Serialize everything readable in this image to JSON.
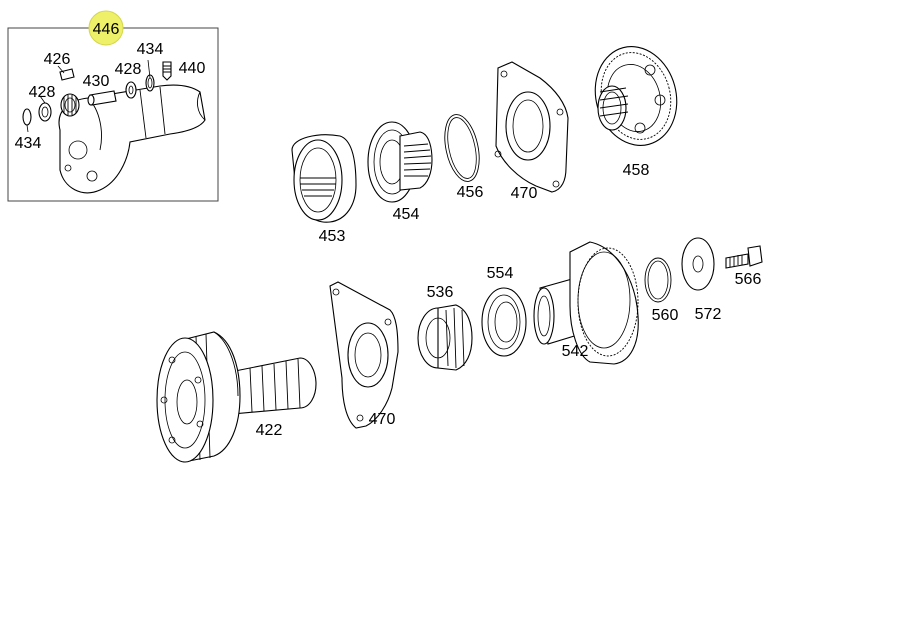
{
  "highlight": {
    "text": "446",
    "color": "#eef06a"
  },
  "inset_labels": [
    {
      "id": "426",
      "text": "426"
    },
    {
      "id": "434a",
      "text": "434"
    },
    {
      "id": "428a",
      "text": "428"
    },
    {
      "id": "430",
      "text": "430"
    },
    {
      "id": "428b",
      "text": "428"
    },
    {
      "id": "440",
      "text": "440"
    },
    {
      "id": "434b",
      "text": "434"
    }
  ],
  "labels": [
    {
      "id": "453",
      "text": "453"
    },
    {
      "id": "454",
      "text": "454"
    },
    {
      "id": "456",
      "text": "456"
    },
    {
      "id": "470a",
      "text": "470"
    },
    {
      "id": "458",
      "text": "458"
    },
    {
      "id": "536",
      "text": "536"
    },
    {
      "id": "554",
      "text": "554"
    },
    {
      "id": "542",
      "text": "542"
    },
    {
      "id": "560",
      "text": "560"
    },
    {
      "id": "572",
      "text": "572"
    },
    {
      "id": "566",
      "text": "566"
    },
    {
      "id": "422",
      "text": "422"
    },
    {
      "id": "470b",
      "text": "470"
    }
  ]
}
